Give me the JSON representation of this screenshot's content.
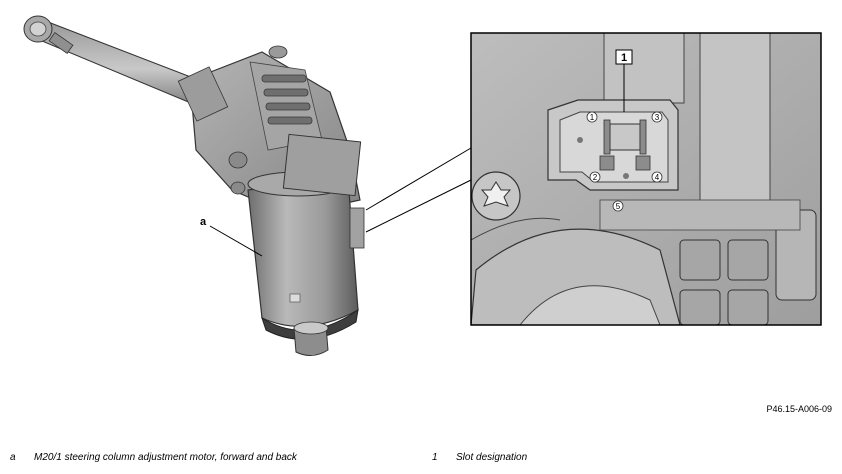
{
  "callouts": {
    "a": "a",
    "one": "1",
    "pin1": "1",
    "pin2": "2",
    "pin3": "3",
    "pin4": "4",
    "pin5": "5"
  },
  "figure_code": "P46.15-A006-09",
  "legend": [
    {
      "key": "a",
      "text": "M20/1 steering column adjustment motor, forward and back"
    },
    {
      "key": "1",
      "text": "Slot designation"
    }
  ]
}
